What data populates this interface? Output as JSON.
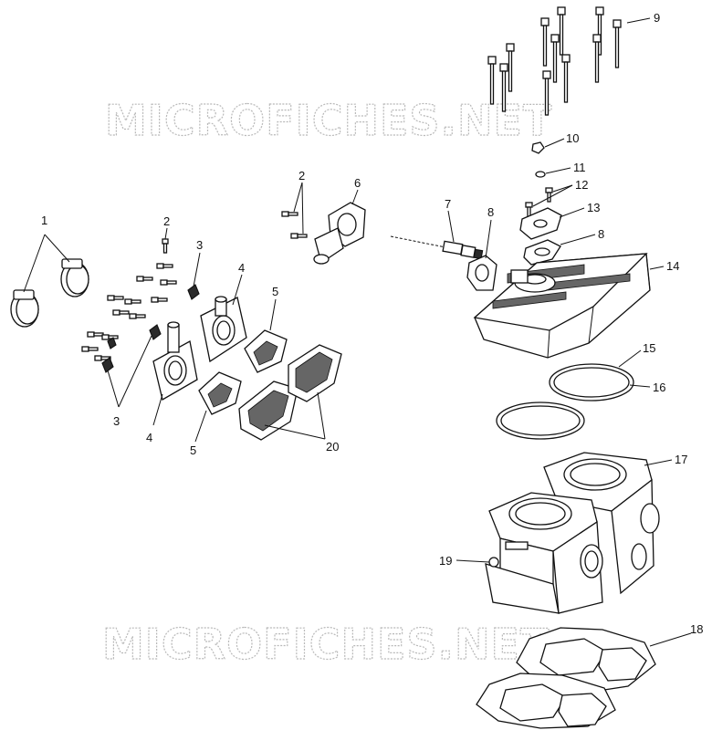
{
  "watermark": "MICROFICHES.NET",
  "callouts": {
    "c1": "1",
    "c2a": "2",
    "c2b": "2",
    "c3a": "3",
    "c3b": "3",
    "c4a": "4",
    "c4b": "4",
    "c5a": "5",
    "c5b": "5",
    "c6": "6",
    "c7": "7",
    "c8a": "8",
    "c8b": "8",
    "c9": "9",
    "c10": "10",
    "c11": "11",
    "c12": "12",
    "c13": "13",
    "c14": "14",
    "c15": "15",
    "c16": "16",
    "c17": "17",
    "c18": "18",
    "c19": "19",
    "c20": "20"
  }
}
